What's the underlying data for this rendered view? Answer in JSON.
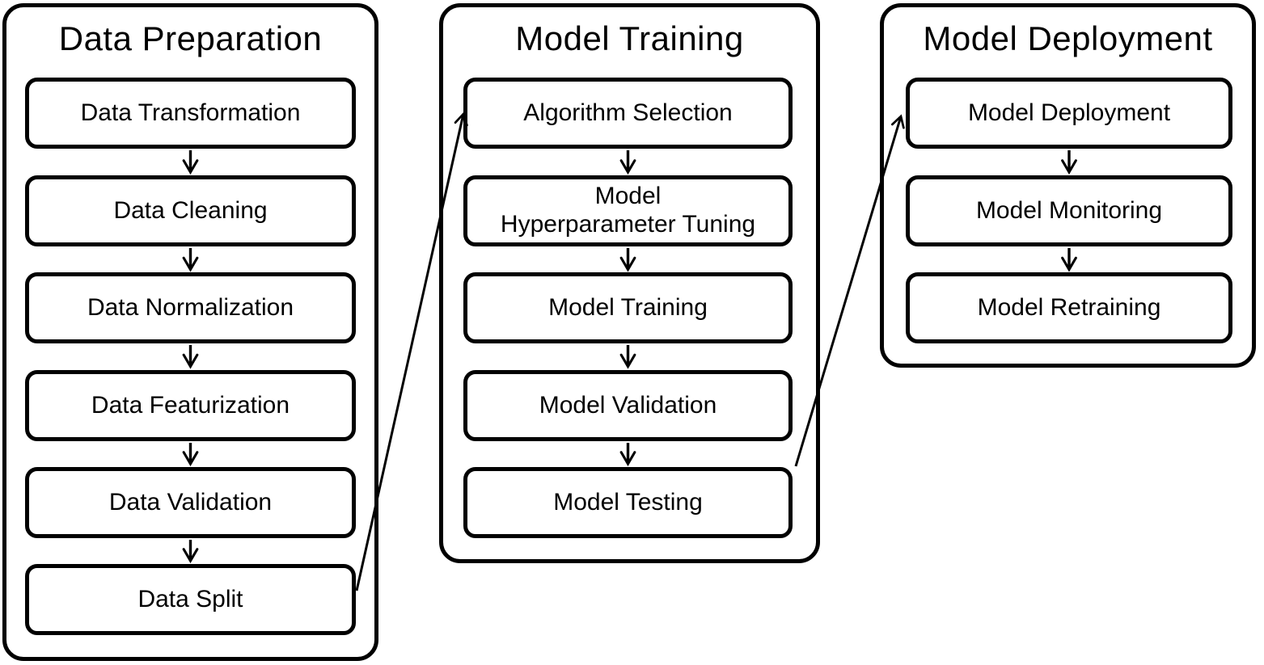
{
  "page": {
    "background_color": "#ffffff",
    "line_color": "#000000",
    "text_color": "#000000"
  },
  "diagram": {
    "groups": [
      {
        "title": "Data Preparation",
        "steps": [
          "Data Transformation",
          "Data Cleaning",
          "Data Normalization",
          "Data Featurization",
          "Data Validation",
          "Data Split"
        ]
      },
      {
        "title": "Model Training",
        "steps": [
          "Algorithm Selection",
          "Model\nHyperparameter Tuning",
          "Model Training",
          "Model Validation",
          "Model Testing"
        ]
      },
      {
        "title": "Model Deployment",
        "steps": [
          "Model Deployment",
          "Model Monitoring",
          "Model Retraining"
        ]
      }
    ],
    "cross_group_arrows": [
      {
        "from": "Data Split",
        "to": "Algorithm Selection"
      },
      {
        "from": "Model Testing",
        "to": "Model Deployment"
      }
    ]
  }
}
